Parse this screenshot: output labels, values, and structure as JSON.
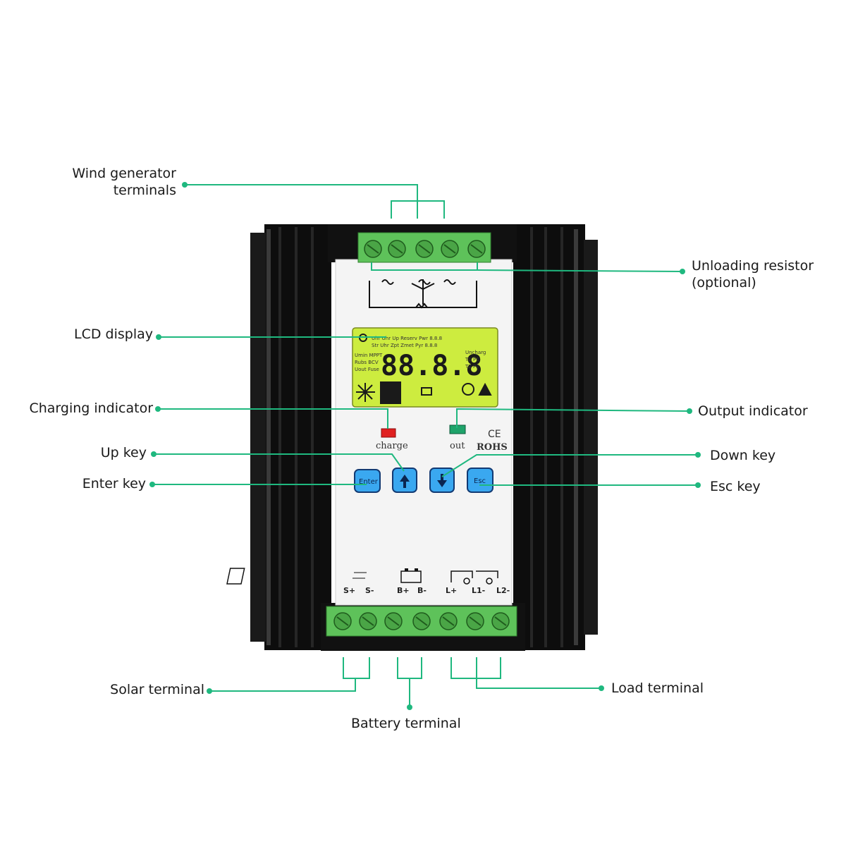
{
  "labels": {
    "wind_generator_terminals": [
      "Wind generator",
      "terminals"
    ],
    "unloading_resistor": [
      "Unloading resistor",
      "(optional)"
    ],
    "lcd_display": "LCD display",
    "charging_indicator": "Charging indicator",
    "output_indicator": "Output indicator",
    "up_key": "Up key",
    "down_key": "Down key",
    "enter_key": "Enter key",
    "esc_key": "Esc key",
    "solar_terminal": "Solar terminal",
    "battery_terminal": "Battery terminal",
    "load_terminal": "Load terminal"
  },
  "panel": {
    "charge_label": "charge",
    "out_label": "out",
    "ce_mark": "CE",
    "rohs_mark": "ROHS",
    "lcd_digits": "88.8.8",
    "enter_button": "Enter",
    "esc_button": "Esc",
    "solar_terms": [
      "S+",
      "S-"
    ],
    "battery_terms": [
      "B+",
      "B-"
    ],
    "load_terms": [
      "L+",
      "L1-",
      "L2-"
    ]
  },
  "colors": {
    "leader_line": "#1fb87f",
    "housing": "#111111",
    "terminal_green": "#6fcf6a",
    "lcd_green": "#c8ea3a",
    "button_blue": "#3aa8f0",
    "charge_led": "#e02020",
    "out_led": "#1ea36a"
  }
}
